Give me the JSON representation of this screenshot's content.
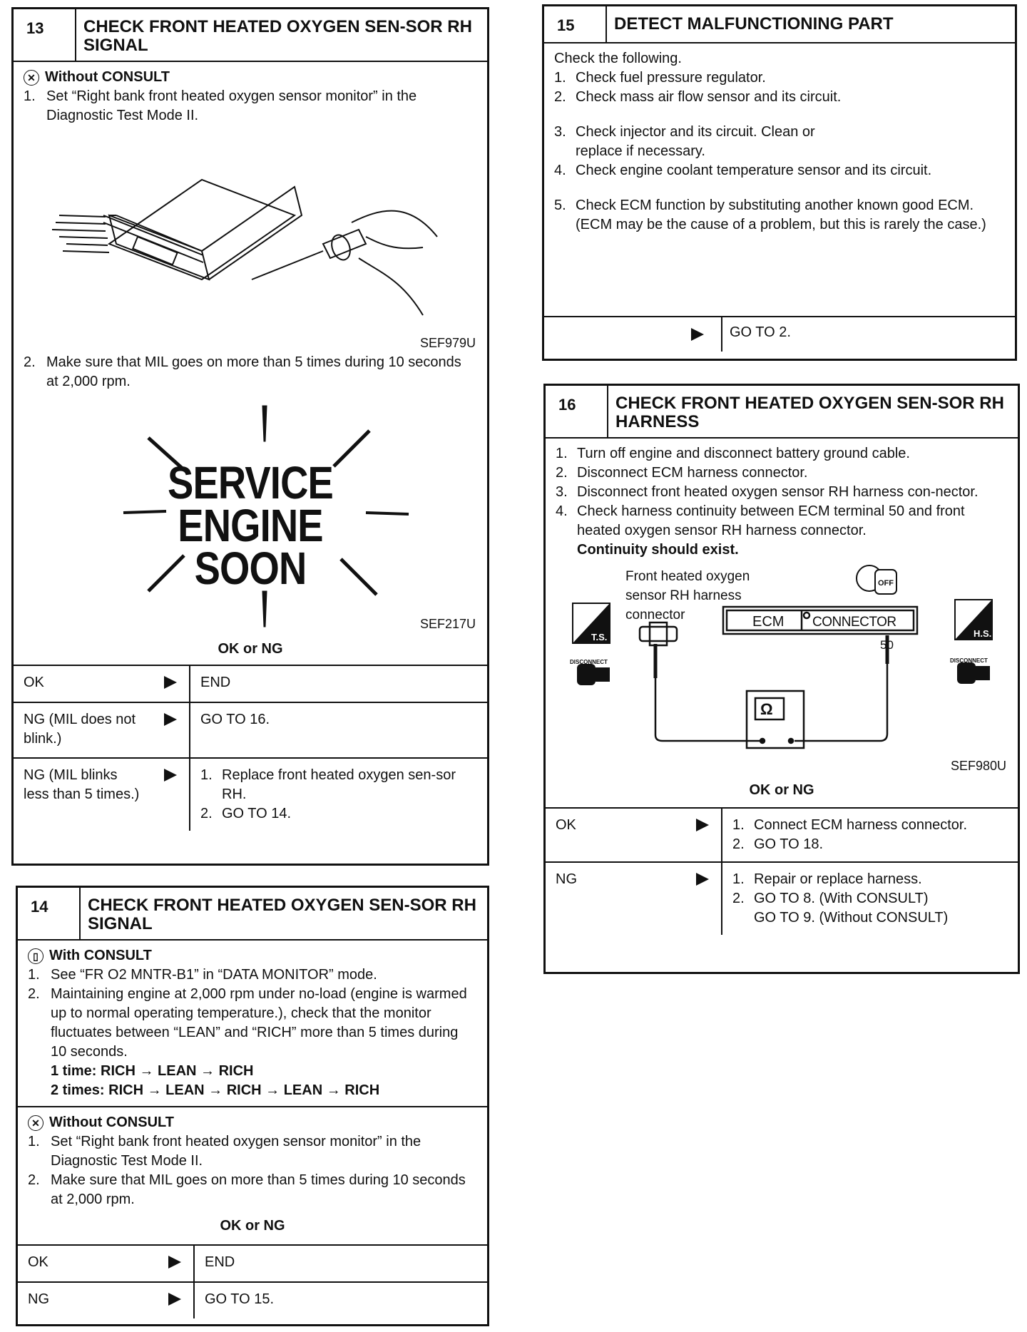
{
  "s13": {
    "num": "13",
    "title": "CHECK FRONT HEATED OXYGEN SEN-SOR RH SIGNAL",
    "mode": "Without CONSULT",
    "step1": "Set “Right bank front heated oxygen sensor monitor” in the Diagnostic Test Mode II.",
    "fig1_ref": "SEF979U",
    "step2": "Make sure that MIL goes on more than 5 times during 10 seconds at 2,000 rpm.",
    "lamp": [
      "SERVICE",
      "ENGINE",
      "SOON"
    ],
    "fig2_ref": "SEF217U",
    "ok_or_ng": "OK or NG",
    "results": [
      {
        "cond": "OK",
        "action": [
          "END"
        ]
      },
      {
        "cond": "NG (MIL does not blink.)",
        "action": [
          "GO TO 16."
        ]
      },
      {
        "cond": "NG (MIL blinks less than 5 times.)",
        "action": [
          "Replace front heated oxygen sen-sor RH.",
          "GO TO 14."
        ]
      }
    ]
  },
  "s14": {
    "num": "14",
    "title": "CHECK FRONT HEATED OXYGEN SEN-SOR RH SIGNAL",
    "mode_with": "With CONSULT",
    "with_steps": [
      "See “FR O2 MNTR-B1” in “DATA MONITOR” mode.",
      "Maintaining engine at 2,000 rpm under no-load (engine is warmed up to normal operating temperature.), check that the monitor fluctuates between “LEAN” and “RICH” more than 5 times during 10 seconds."
    ],
    "seq1_label": "1 time:",
    "seq1": "RICH → LEAN → RICH",
    "seq2_label": "2 times:",
    "seq2": "RICH → LEAN → RICH → LEAN → RICH",
    "mode_without": "Without CONSULT",
    "without_steps": [
      "Set “Right bank front heated oxygen sensor monitor” in the Diagnostic Test Mode II.",
      "Make sure that MIL goes on more than 5 times during 10 seconds at 2,000 rpm."
    ],
    "ok_or_ng": "OK or NG",
    "results": [
      {
        "cond": "OK",
        "action": "END"
      },
      {
        "cond": "NG",
        "action": "GO TO 15."
      }
    ]
  },
  "s15": {
    "num": "15",
    "title": "DETECT MALFUNCTIONING PART",
    "intro": "Check the following.",
    "steps": [
      "Check fuel pressure regulator.",
      "Check mass air flow sensor and its circuit.",
      "Check injector and its circuit. Clean or replace if necessary.",
      "Check engine coolant temperature sensor and its circuit.",
      "Check ECM function by substituting another known good ECM. (ECM may be the cause of a problem, but this is rarely the case.)"
    ],
    "goto": "GO TO 2."
  },
  "s16": {
    "num": "16",
    "title": "CHECK FRONT HEATED OXYGEN SEN-SOR RH HARNESS",
    "steps": [
      "Turn off engine and disconnect battery ground cable.",
      "Disconnect ECM harness connector.",
      "Disconnect front heated oxygen sensor RH harness con-nector.",
      "Check harness continuity between ECM terminal 50 and front heated oxygen sensor RH harness connector."
    ],
    "continuity": "Continuity should exist.",
    "diag": {
      "sensor_label": "Front heated oxygen sensor RH harness connector",
      "ecm": "ECM",
      "connector": "CONNECTOR",
      "terminal": "50",
      "ts": "T.S.",
      "hs": "H.S.",
      "disconnect": "DISCONNECT",
      "off": "OFF",
      "ohm": "Ω"
    },
    "fig_ref": "SEF980U",
    "ok_or_ng": "OK or NG",
    "results": [
      {
        "cond": "OK",
        "action": [
          "Connect ECM harness connector.",
          "GO TO 18."
        ]
      },
      {
        "cond": "NG",
        "action": [
          "Repair or replace harness.",
          "GO TO 8. (With CONSULT)",
          "GO TO 9. (Without CONSULT)"
        ]
      }
    ]
  }
}
